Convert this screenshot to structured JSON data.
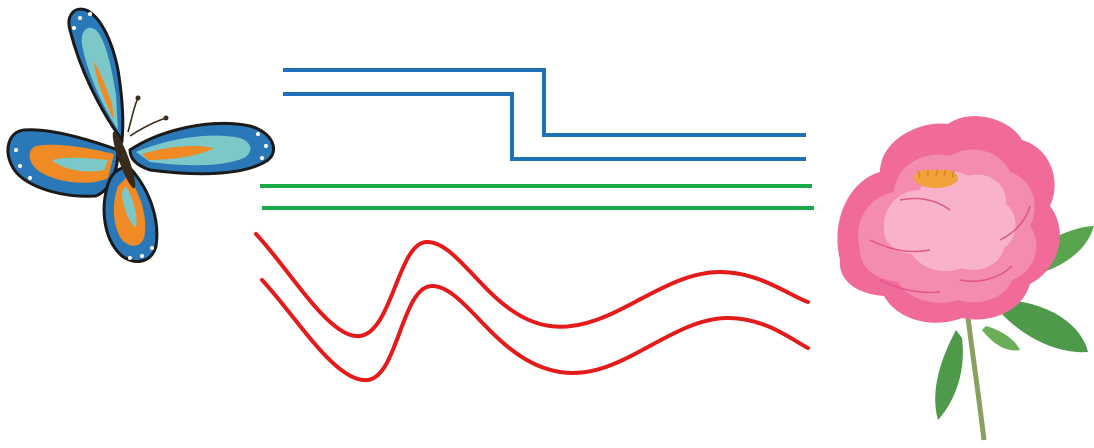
{
  "scene": {
    "description_icons": [
      "butterfly-icon",
      "peony-flower-icon"
    ],
    "colors": {
      "background": "#ffffff",
      "path_blue": "#1f6fb8",
      "path_green": "#1aaa4a",
      "path_red": "#e31b1b",
      "butterfly_orange": "#f08a24",
      "butterfly_blue": "#2a78b8",
      "butterfly_teal": "#7cc8c8",
      "butterfly_black": "#1a1a1a",
      "flower_pink": "#f06a9a",
      "flower_light_pink": "#f8b3cb",
      "flower_center": "#f2a23a",
      "leaf_green": "#4f9a4a",
      "stem_green": "#8aa060"
    },
    "paths": [
      {
        "name": "blue-path",
        "color": "blue"
      },
      {
        "name": "green-path",
        "color": "green"
      },
      {
        "name": "red-path",
        "color": "red"
      }
    ]
  }
}
